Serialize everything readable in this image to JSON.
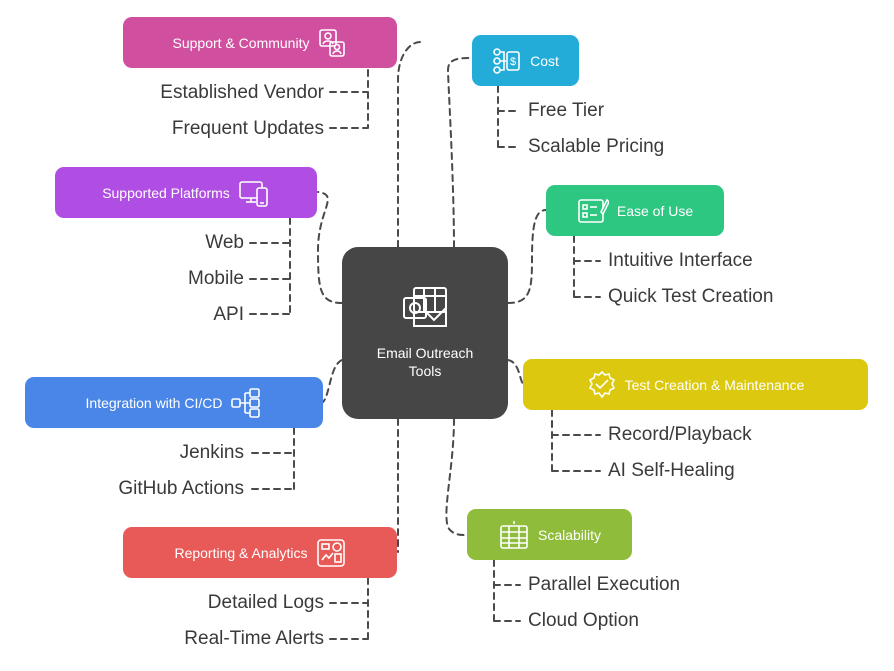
{
  "center": {
    "title": "Email Outreach Tools",
    "icon": "email-icon",
    "color": "#464646"
  },
  "categories": [
    {
      "id": "support",
      "label": "Support & Community",
      "color": "#d0509f",
      "icon": "people-icon",
      "items": [
        "Established Vendor",
        "Frequent Updates"
      ]
    },
    {
      "id": "platforms",
      "label": "Supported Platforms",
      "color": "#b04ee3",
      "icon": "devices-icon",
      "items": [
        "Web",
        "Mobile",
        "API"
      ]
    },
    {
      "id": "cicd",
      "label": "Integration with CI/CD",
      "color": "#4a86e8",
      "icon": "pipeline-icon",
      "items": [
        "Jenkins",
        "GitHub Actions"
      ]
    },
    {
      "id": "reporting",
      "label": "Reporting & Analytics",
      "color": "#e85a57",
      "icon": "chart-icon",
      "items": [
        "Detailed Logs",
        "Real-Time Alerts"
      ]
    },
    {
      "id": "cost",
      "label": "Cost",
      "color": "#23acd8",
      "icon": "cost-icon",
      "items": [
        "Free Tier",
        "Scalable Pricing"
      ]
    },
    {
      "id": "ease",
      "label": "Ease of Use",
      "color": "#2ec782",
      "icon": "form-icon",
      "items": [
        "Intuitive Interface",
        "Quick Test Creation"
      ]
    },
    {
      "id": "testcreation",
      "label": "Test Creation & Maintenance",
      "color": "#dcc90f",
      "icon": "gear-check-icon",
      "items": [
        "Record/Playback",
        "AI Self-Healing"
      ]
    },
    {
      "id": "scalability",
      "label": "Scalability",
      "color": "#8fbc3a",
      "icon": "layers-icon",
      "items": [
        "Parallel Execution",
        "Cloud Option"
      ]
    }
  ]
}
